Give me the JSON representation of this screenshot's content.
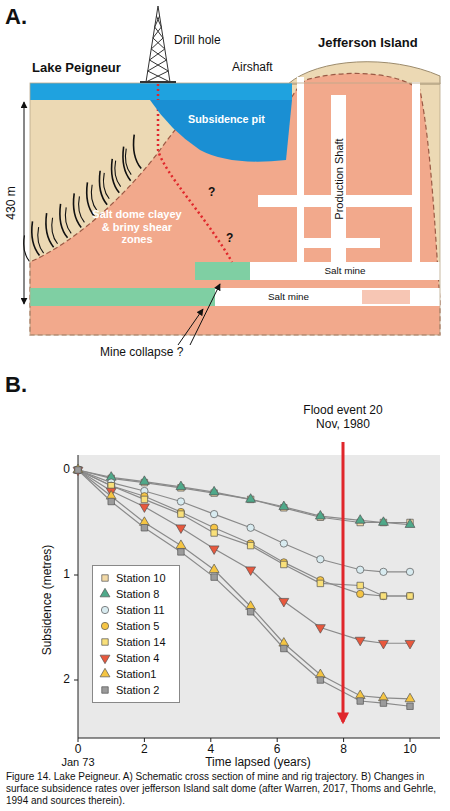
{
  "diagram": {
    "caption": "Figure 14. Lake Peigneur. A) Schematic cross section of mine and rig trajectory. B) Changes in surface subsidence rates over jefferson Island salt dome (after Warren, 2017, Thoms and Gehrle, 1994 and sources therein).",
    "nodes": [
      {
        "text": [
          "Subsidence pit"
        ]
      },
      {
        "text": [
          "Production Shaft"
        ]
      },
      {
        "text": [
          "Salt mine"
        ]
      },
      {
        "text": [
          "Salt mine"
        ]
      }
    ],
    "labels": [
      "A.",
      "Lake Peigneur",
      "Drill hole",
      "Airshaft",
      "Jefferson Island",
      "430 m",
      "Salt dome clayey & briny shear zones",
      "?",
      "?",
      "Mine collapse ?",
      "B.",
      "Flood event 20 Nov, 1980",
      "0",
      "1",
      "2",
      "Subsidence (metres)",
      "0",
      "2",
      "4",
      "6",
      "8",
      "10",
      "Jan 73",
      "Time lapsed (years)"
    ],
    "legend": [
      {
        "text": "Station 10"
      },
      {
        "text": "Station 8"
      },
      {
        "text": "Station 11"
      },
      {
        "text": "Station 5"
      },
      {
        "text": "Station 14"
      },
      {
        "text": "Station 4"
      },
      {
        "text": "Station1"
      },
      {
        "text": "Station 2"
      }
    ]
  }
}
